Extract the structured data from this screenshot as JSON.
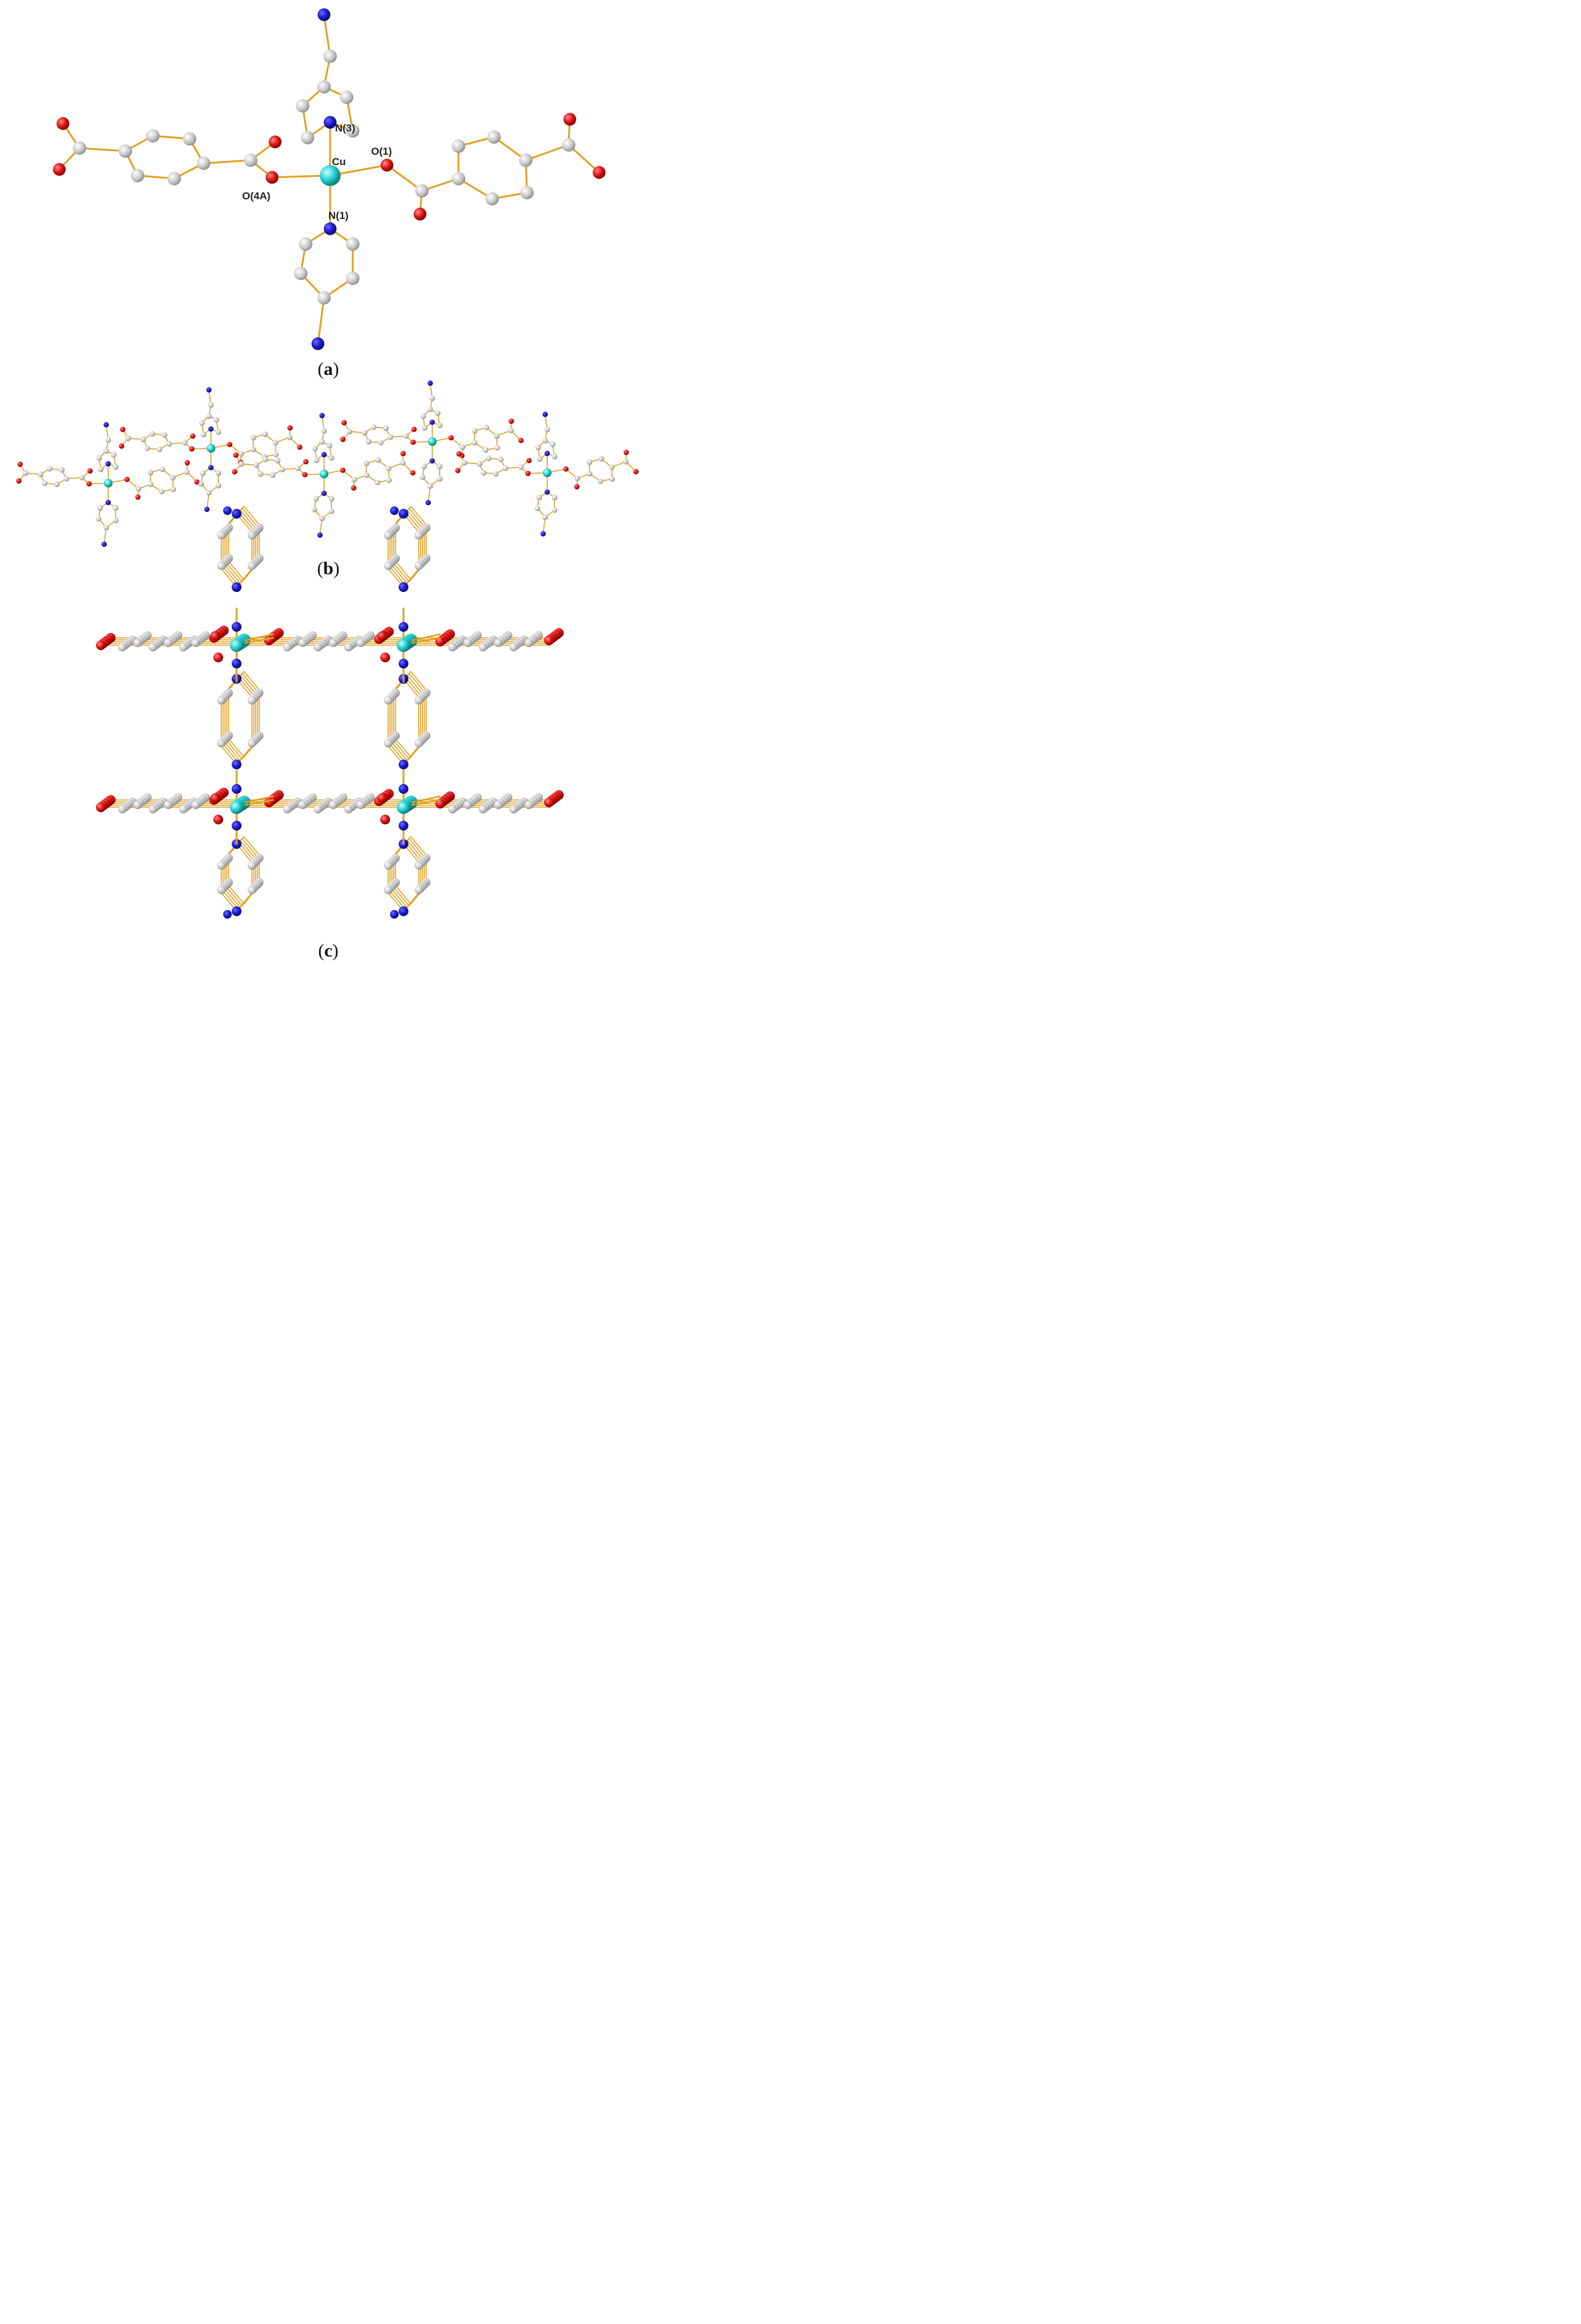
{
  "figure": {
    "panels": [
      {
        "id": "a",
        "caption_open": "(",
        "caption_letter": "a",
        "caption_close": ")"
      },
      {
        "id": "b",
        "caption_open": "(",
        "caption_letter": "b",
        "caption_close": ")"
      },
      {
        "id": "c",
        "caption_open": "(",
        "caption_letter": "c",
        "caption_close": ")"
      }
    ],
    "atom_labels": {
      "cu": "Cu",
      "n3": "N(3)",
      "n1": "N(1)",
      "o1": "O(1)",
      "o4a": "O(4A)"
    },
    "colors": {
      "bond": "#e0a020",
      "carbon": "#c8c8c8",
      "nitrogen": "#1a1acc",
      "oxygen": "#dd1111",
      "copper": "#22cccc",
      "hbond": "#33dd33"
    }
  }
}
